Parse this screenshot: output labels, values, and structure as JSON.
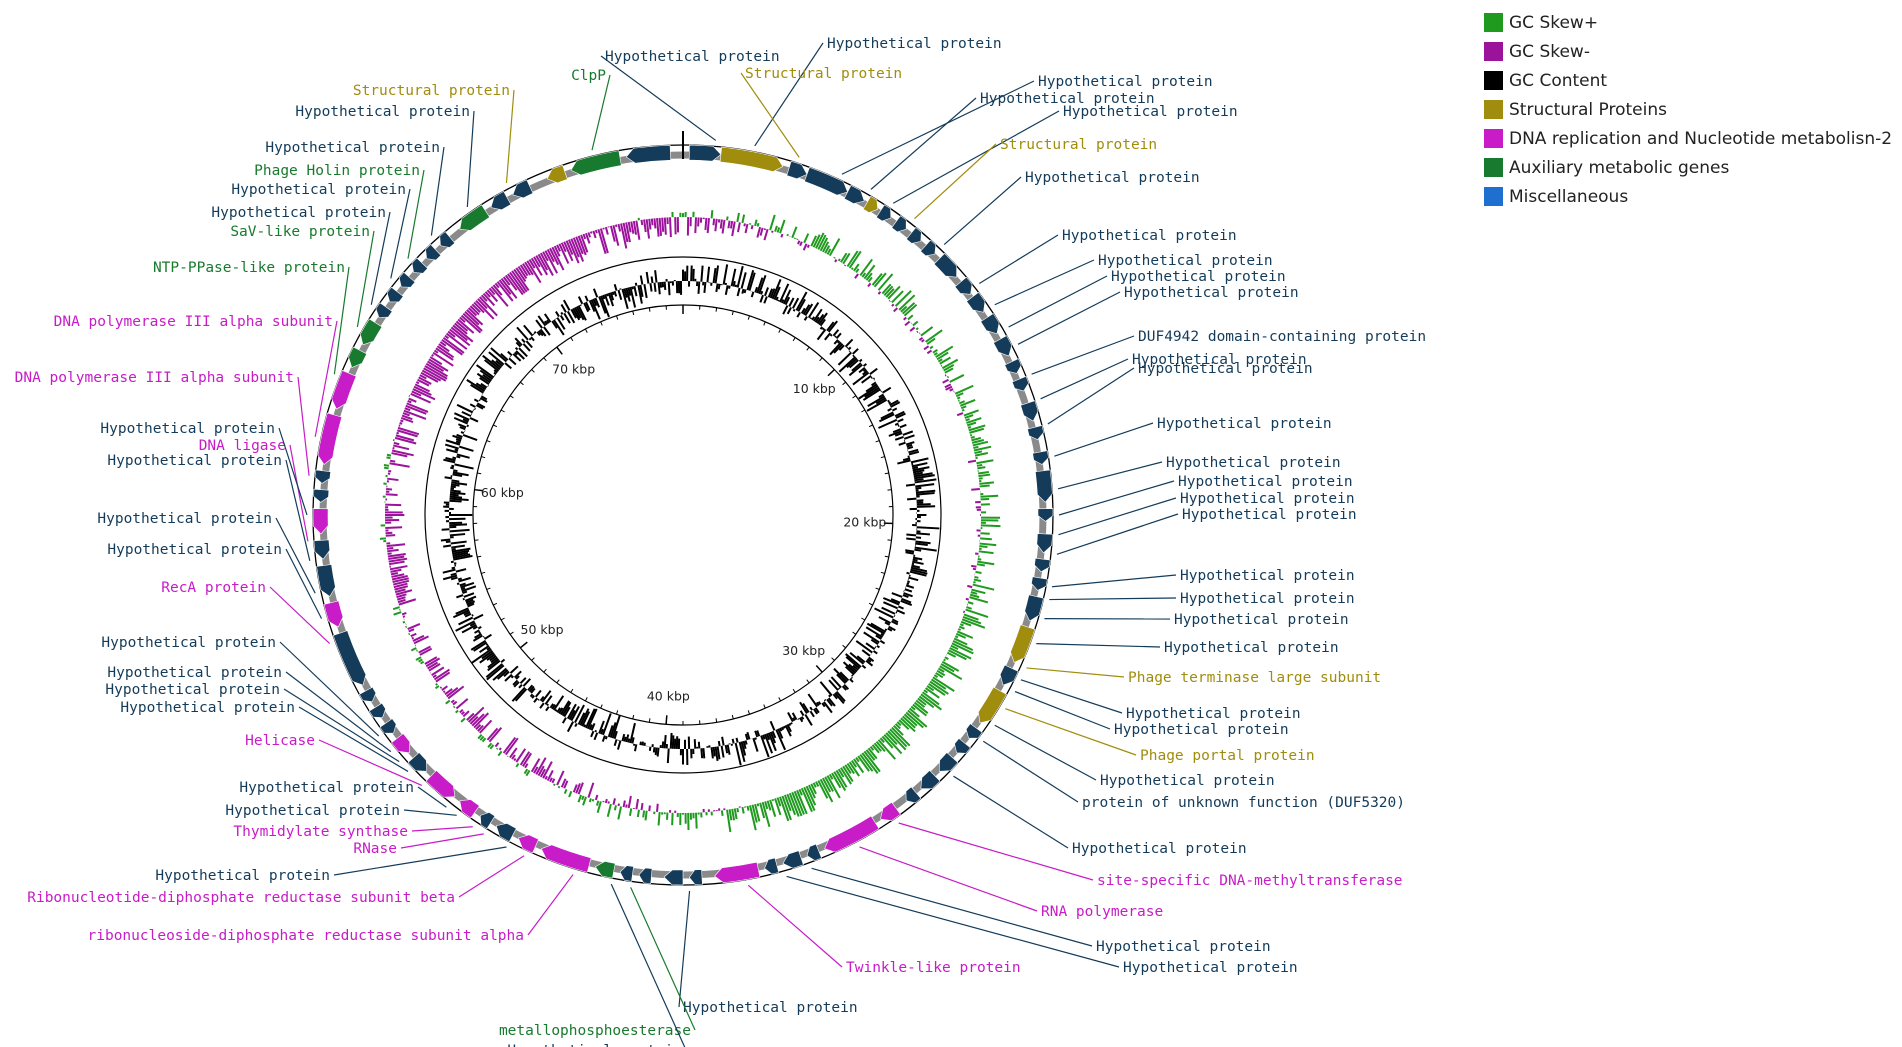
{
  "legend": [
    {
      "label": "GC Skew+",
      "color": "#1f9a1f"
    },
    {
      "label": "GC Skew-",
      "color": "#9b129b"
    },
    {
      "label": "GC Content",
      "color": "#000000"
    },
    {
      "label": "Structural Proteins",
      "color": "#a08d0d"
    },
    {
      "label": "DNA replication and Nucleotide metabolisn-2",
      "color": "#c71cc7"
    },
    {
      "label": "Auxiliary metabolic genes",
      "color": "#187a2e"
    },
    {
      "label": "Miscellaneous",
      "color": "#1f6fd0"
    }
  ],
  "colors": {
    "hyp": "#143c5a",
    "structural": "#a08d0d",
    "dna": "#c71cc7",
    "aux": "#187a2e",
    "skew_pos": "#1f9a1f",
    "skew_neg": "#9b129b",
    "gc": "#000000",
    "backbone": "#8a8a8a"
  },
  "genome_kbp": 78,
  "scale_labels": [
    "10 kbp",
    "20 kbp",
    "30 kbp",
    "40 kbp",
    "50 kbp",
    "60 kbp",
    "70 kbp"
  ],
  "annotations": [
    {
      "text": "Hypothetical protein",
      "cat": "hyp"
    },
    {
      "text": "Hypothetical protein",
      "cat": "hyp"
    },
    {
      "text": "Structural protein",
      "cat": "structural"
    },
    {
      "text": "Hypothetical protein",
      "cat": "hyp"
    },
    {
      "text": "Hypothetical protein",
      "cat": "hyp"
    },
    {
      "text": "Hypothetical protein",
      "cat": "hyp"
    },
    {
      "text": "Structural protein",
      "cat": "structural"
    },
    {
      "text": "Hypothetical protein",
      "cat": "hyp"
    },
    {
      "text": "Hypothetical protein",
      "cat": "hyp"
    },
    {
      "text": "Hypothetical protein",
      "cat": "hyp"
    },
    {
      "text": "Hypothetical protein",
      "cat": "hyp"
    },
    {
      "text": "Hypothetical protein",
      "cat": "hyp"
    },
    {
      "text": "DUF4942 domain-containing protein",
      "cat": "hyp"
    },
    {
      "text": "Hypothetical protein",
      "cat": "hyp"
    },
    {
      "text": "Hypothetical protein",
      "cat": "hyp"
    },
    {
      "text": "Hypothetical protein",
      "cat": "hyp"
    },
    {
      "text": "Hypothetical protein",
      "cat": "hyp"
    },
    {
      "text": "Hypothetical protein",
      "cat": "hyp"
    },
    {
      "text": "Hypothetical protein",
      "cat": "hyp"
    },
    {
      "text": "Hypothetical protein",
      "cat": "hyp"
    },
    {
      "text": "Hypothetical protein",
      "cat": "hyp"
    },
    {
      "text": "Hypothetical protein",
      "cat": "hyp"
    },
    {
      "text": "Hypothetical protein",
      "cat": "hyp"
    },
    {
      "text": "Hypothetical protein",
      "cat": "hyp"
    },
    {
      "text": "Phage terminase large subunit",
      "cat": "structural"
    },
    {
      "text": "Hypothetical protein",
      "cat": "hyp"
    },
    {
      "text": "Hypothetical protein",
      "cat": "hyp"
    },
    {
      "text": "Phage portal protein",
      "cat": "structural"
    },
    {
      "text": "Hypothetical protein",
      "cat": "hyp"
    },
    {
      "text": "protein of unknown function (DUF5320)",
      "cat": "hyp"
    },
    {
      "text": "Hypothetical protein",
      "cat": "hyp"
    },
    {
      "text": "site-specific DNA-methyltransferase",
      "cat": "dna"
    },
    {
      "text": "RNA polymerase",
      "cat": "dna"
    },
    {
      "text": "Hypothetical protein",
      "cat": "hyp"
    },
    {
      "text": "Hypothetical protein",
      "cat": "hyp"
    },
    {
      "text": "Twinkle-like protein",
      "cat": "dna"
    },
    {
      "text": "Hypothetical protein",
      "cat": "hyp"
    },
    {
      "text": "metallophosphoesterase",
      "cat": "aux"
    },
    {
      "text": "Hypothetical protein",
      "cat": "hyp"
    },
    {
      "text": "ribonucleoside-diphosphate reductase subunit alpha",
      "cat": "dna"
    },
    {
      "text": "Ribonucleotide-diphosphate reductase subunit beta",
      "cat": "dna"
    },
    {
      "text": "Hypothetical protein",
      "cat": "hyp"
    },
    {
      "text": "RNase",
      "cat": "dna"
    },
    {
      "text": "Thymidylate synthase",
      "cat": "dna"
    },
    {
      "text": "Hypothetical protein",
      "cat": "hyp"
    },
    {
      "text": "Hypothetical protein",
      "cat": "hyp"
    },
    {
      "text": "Helicase",
      "cat": "dna"
    },
    {
      "text": "Hypothetical protein",
      "cat": "hyp"
    },
    {
      "text": "Hypothetical protein",
      "cat": "hyp"
    },
    {
      "text": "Hypothetical protein",
      "cat": "hyp"
    },
    {
      "text": "Hypothetical protein",
      "cat": "hyp"
    },
    {
      "text": "RecA protein",
      "cat": "dna"
    },
    {
      "text": "Hypothetical protein",
      "cat": "hyp"
    },
    {
      "text": "Hypothetical protein",
      "cat": "hyp"
    },
    {
      "text": "Hypothetical protein",
      "cat": "hyp"
    },
    {
      "text": "DNA ligase",
      "cat": "dna"
    },
    {
      "text": "Hypothetical protein",
      "cat": "hyp"
    },
    {
      "text": "DNA polymerase III alpha subunit",
      "cat": "dna"
    },
    {
      "text": "DNA polymerase III alpha subunit",
      "cat": "dna"
    },
    {
      "text": "NTP-PPase-like protein",
      "cat": "aux"
    },
    {
      "text": "SaV-like protein",
      "cat": "aux"
    },
    {
      "text": "Hypothetical protein",
      "cat": "hyp"
    },
    {
      "text": "Hypothetical protein",
      "cat": "hyp"
    },
    {
      "text": "Phage Holin protein",
      "cat": "aux"
    },
    {
      "text": "Hypothetical protein",
      "cat": "hyp"
    },
    {
      "text": "Hypothetical protein",
      "cat": "hyp"
    },
    {
      "text": "Structural protein",
      "cat": "structural"
    },
    {
      "text": "ClpP",
      "cat": "aux"
    }
  ]
}
